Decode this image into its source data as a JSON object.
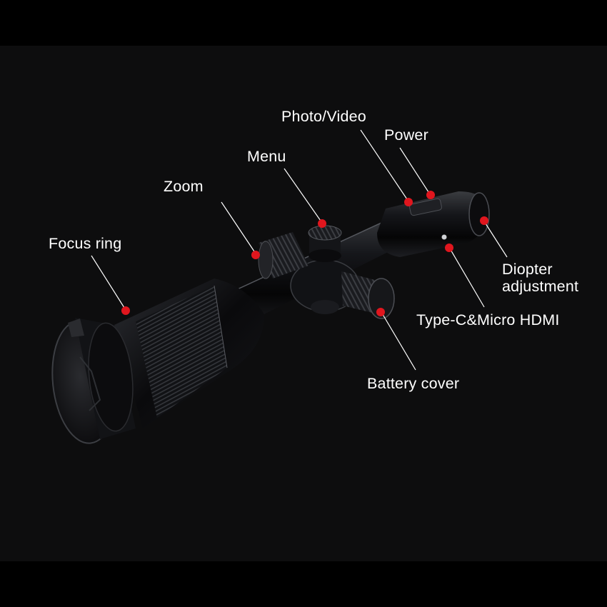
{
  "callouts": {
    "photo_video": "Photo/Video",
    "power": "Power",
    "menu": "Menu",
    "zoom": "Zoom",
    "focus_ring": "Focus ring",
    "diopter_line1": "Diopter",
    "diopter_line2": "adjustment",
    "type_c_hdmi": "Type-C&Micro HDMI",
    "battery_cover": "Battery cover"
  },
  "colors": {
    "background": "#0d0d0e",
    "letterbox": "#000000",
    "label_text": "#ffffff",
    "marker": "#e0161e",
    "leader_line": "#ffffff"
  }
}
